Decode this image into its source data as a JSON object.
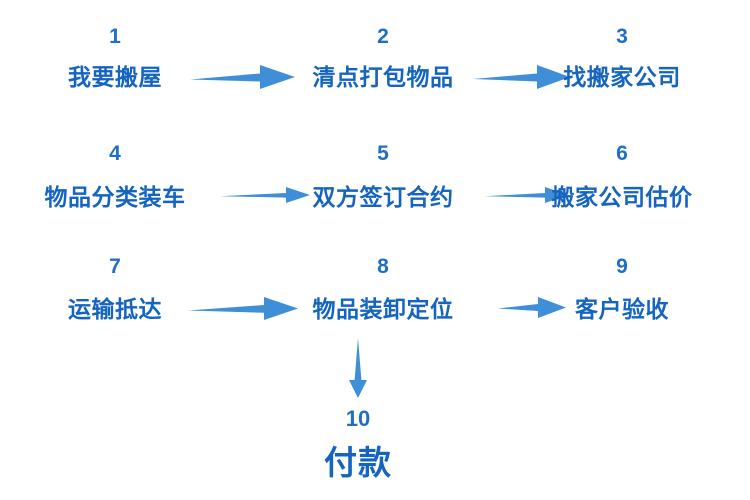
{
  "page": {
    "title": "我要搬屋流程图",
    "background_color": "#ffffff",
    "text_color": "#1565c0",
    "number_color": "#1f6fc4",
    "arrow_color": "#3f8fd8"
  },
  "flow": {
    "rows": [
      {
        "nodes": [
          {
            "number": "1",
            "label": "我要搬屋"
          },
          {
            "number": "2",
            "label": "清点打包物品"
          },
          {
            "number": "3",
            "label": "找搬家公司"
          }
        ]
      },
      {
        "nodes": [
          {
            "number": "4",
            "label": "物品分类装车"
          },
          {
            "number": "5",
            "label": "双方签订合约"
          },
          {
            "number": "6",
            "label": "搬家公司估价"
          }
        ]
      },
      {
        "nodes": [
          {
            "number": "7",
            "label": "运输抵达"
          },
          {
            "number": "8",
            "label": "物品装卸定位"
          },
          {
            "number": "9",
            "label": "客户验收"
          }
        ]
      }
    ],
    "final": {
      "number": "10",
      "label": "付款"
    }
  },
  "connectors": [
    {
      "name": "arrow-1-to-2",
      "direction": "right"
    },
    {
      "name": "arrow-2-to-3",
      "direction": "right"
    },
    {
      "name": "arrow-4-to-5",
      "direction": "right"
    },
    {
      "name": "arrow-5-to-6",
      "direction": "right"
    },
    {
      "name": "arrow-7-to-8",
      "direction": "right"
    },
    {
      "name": "arrow-8-to-9",
      "direction": "right"
    },
    {
      "name": "arrow-8-to-10",
      "direction": "down"
    }
  ]
}
